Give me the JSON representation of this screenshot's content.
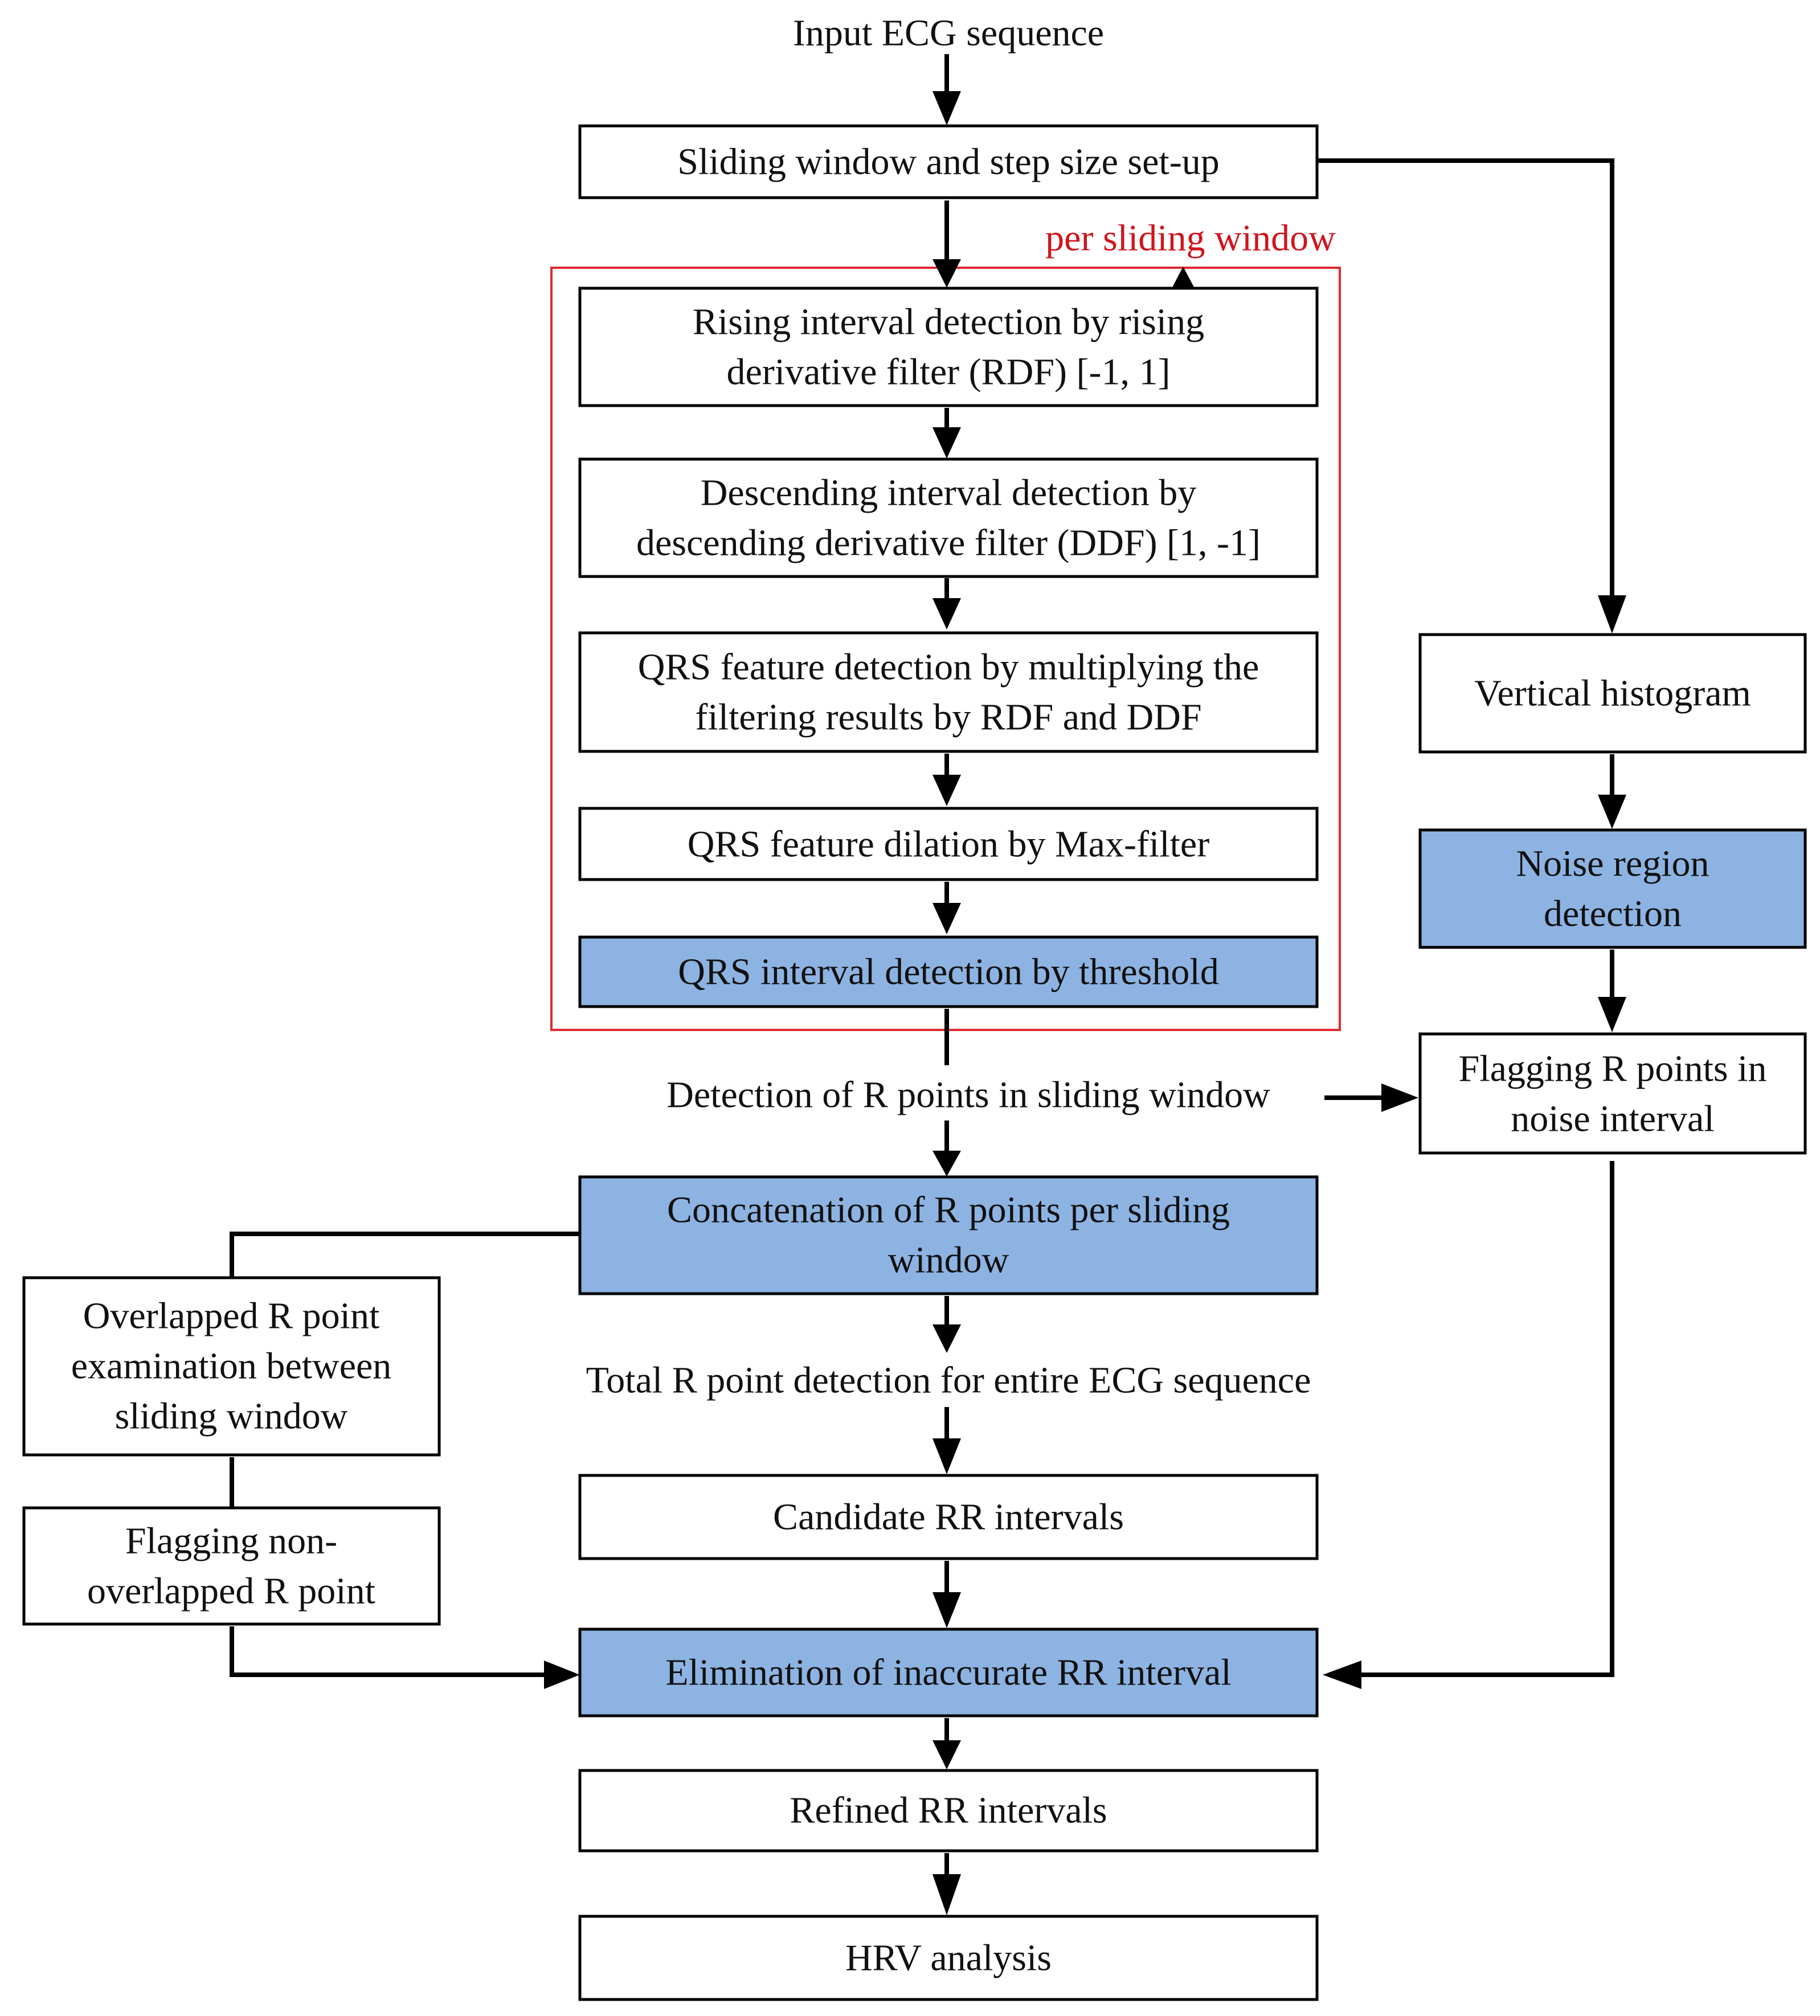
{
  "input_label": [
    "Input ECG sequence"
  ],
  "region_label": [
    "per sliding window"
  ],
  "colors": {
    "highlight_fill": "#8db3e2",
    "region_stroke": "#e0292f",
    "region_text": "#d0151c"
  },
  "boxes": {
    "sliding_window_setup": [
      "Sliding window and step size set-up"
    ],
    "rising_detection": [
      "Rising interval detection by rising",
      "derivative filter (RDF) [-1, 1]"
    ],
    "descending_detection": [
      "Descending interval detection by",
      "descending derivative filter (DDF) [1, -1]"
    ],
    "qrs_feature_detection": [
      "QRS feature detection by multiplying the",
      "filtering results by RDF and DDF"
    ],
    "qrs_dilation": [
      "QRS feature dilation by Max-filter"
    ],
    "qrs_threshold": [
      "QRS interval detection by threshold"
    ],
    "concatenation": [
      "Concatenation of R points per sliding",
      "window"
    ],
    "candidate_rr": [
      "Candidate RR intervals"
    ],
    "elimination": [
      "Elimination of inaccurate RR interval"
    ],
    "refined_rr": [
      "Refined RR intervals"
    ],
    "hrv": [
      "HRV analysis"
    ],
    "vertical_histogram": [
      "Vertical histogram"
    ],
    "noise_region": [
      "Noise region",
      "detection"
    ],
    "flag_noise": [
      "Flagging R points in",
      "noise interval"
    ],
    "overlap_exam": [
      "Overlapped R point",
      "examination between",
      "sliding window"
    ],
    "flag_non_overlap": [
      "Flagging non-",
      "overlapped R point"
    ]
  },
  "labels": {
    "detection_r_points": [
      "Detection of R points in sliding window"
    ],
    "total_r_detection": [
      "Total R point detection for entire ECG sequence"
    ]
  }
}
